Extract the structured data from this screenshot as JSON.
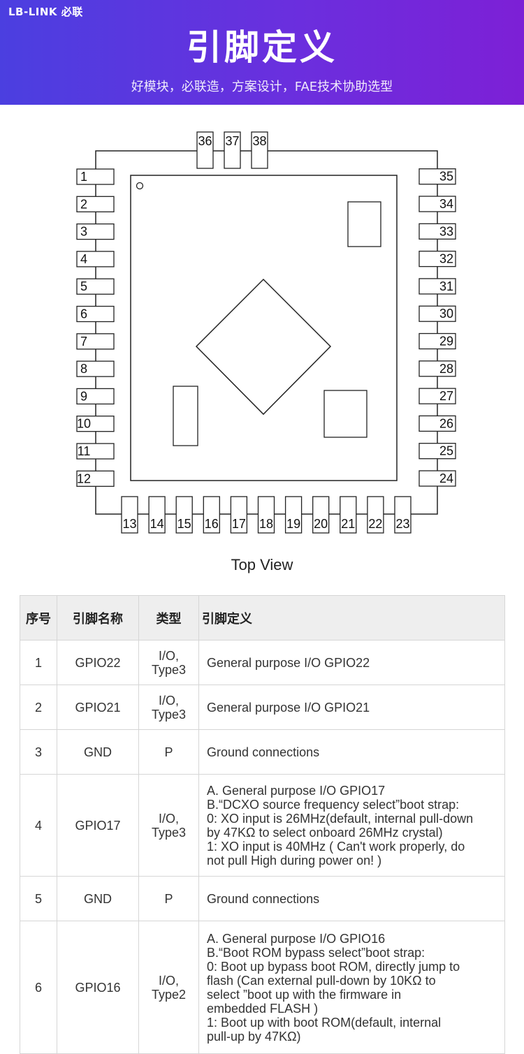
{
  "header": {
    "brand": "LB-LINK 必联",
    "title": "引脚定义",
    "subtitle": "好模块，必联造，方案设计，FAE技术协助选型"
  },
  "diagram": {
    "caption": "Top View",
    "pins": {
      "left": [
        "1",
        "2",
        "3",
        "4",
        "5",
        "6",
        "7",
        "8",
        "9",
        "10",
        "11",
        "12"
      ],
      "bottom": [
        "13",
        "14",
        "15",
        "16",
        "17",
        "18",
        "19",
        "20",
        "21",
        "22",
        "23"
      ],
      "right": [
        "24",
        "25",
        "26",
        "27",
        "28",
        "29",
        "30",
        "31",
        "32",
        "33",
        "34",
        "35"
      ],
      "top": [
        "36",
        "37",
        "38"
      ]
    }
  },
  "table": {
    "headers": [
      "序号",
      "引脚名称",
      "类型",
      "引脚定义"
    ],
    "rows": [
      {
        "no": "1",
        "name": "GPIO22",
        "type": [
          "I/O,",
          "Type3"
        ],
        "def": [
          "General purpose I/O GPIO22"
        ]
      },
      {
        "no": "2",
        "name": "GPIO21",
        "type": [
          "I/O,",
          "Type3"
        ],
        "def": [
          "General purpose I/O GPIO21"
        ]
      },
      {
        "no": "3",
        "name": "GND",
        "type": [
          "P"
        ],
        "def": [
          "Ground connections"
        ]
      },
      {
        "no": "4",
        "name": "GPIO17",
        "type": [
          "I/O,",
          "Type3"
        ],
        "def": [
          "A. General purpose I/O GPIO17",
          "B.“DCXO source frequency select”boot strap:",
          "0: XO input is 26MHz(default, internal pull-down",
          "by 47KΩ to select onboard 26MHz crystal)",
          "1: XO input is 40MHz ( Can't work properly, do",
          "not pull High during power on! )"
        ]
      },
      {
        "no": "5",
        "name": "GND",
        "type": [
          "P"
        ],
        "def": [
          "Ground connections"
        ]
      },
      {
        "no": "6",
        "name": "GPIO16",
        "type": [
          "I/O,",
          "Type2"
        ],
        "def": [
          "A. General purpose I/O GPIO16",
          "B.“Boot ROM bypass select”boot strap:",
          "0: Boot up bypass boot ROM, directly jump to",
          "flash    (Can external pull-down by 10KΩ to",
          "select ”boot up with the firmware in",
          "embedded FLASH )",
          "1: Boot up with boot ROM(default, internal",
          "pull-up by   47KΩ)"
        ]
      }
    ]
  }
}
